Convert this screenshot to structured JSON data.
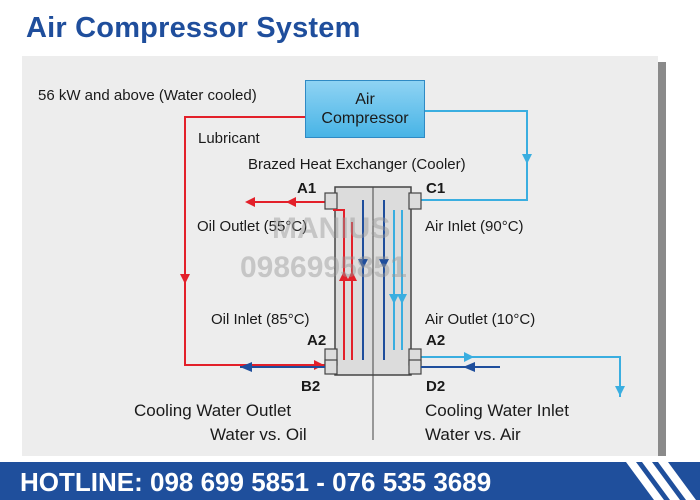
{
  "header": {
    "title": "Air Compressor System"
  },
  "diagram": {
    "capacity_note": "56 kW and above (Water cooled)",
    "compressor_label_line1": "Air",
    "compressor_label_line2": "Compressor",
    "lubricant_label": "Lubricant",
    "heat_exchanger_label": "Brazed Heat Exchanger (Cooler)",
    "ports": {
      "a1": "A1",
      "c1": "C1",
      "a2_left": "A2",
      "a2_right": "A2",
      "b2": "B2",
      "d2": "D2"
    },
    "oil_outlet": "Oil Outlet (55°C)",
    "air_inlet": "Air Inlet (90°C)",
    "oil_inlet": "Oil Inlet (85°C)",
    "air_outlet": "Air Outlet (10°C)",
    "cooling_water_outlet": "Cooling Water Outlet",
    "water_vs_oil": "Water vs. Oil",
    "cooling_water_inlet": "Cooling Water Inlet",
    "water_vs_air": "Water vs. Air",
    "watermark_name": "MANIUS",
    "watermark_phone": "0986995851",
    "colors": {
      "oil_line": "#e3202a",
      "air_line": "#3aaee0",
      "water_line": "#1f4e9c",
      "title": "#1f4e9c"
    }
  },
  "footer": {
    "hotline": "HOTLINE: 098 699 5851 - 076 535 3689"
  }
}
